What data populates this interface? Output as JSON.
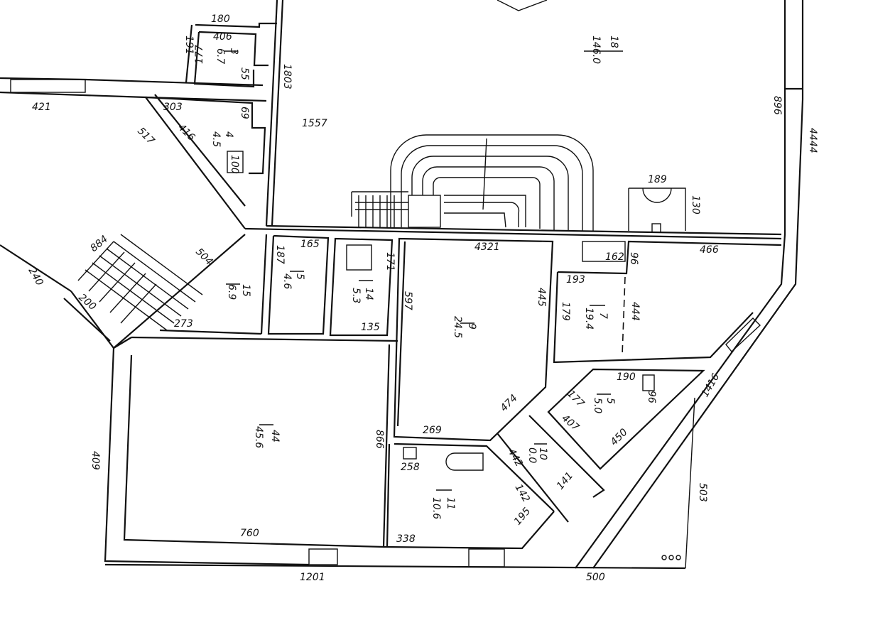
{
  "title": "Floor plan",
  "labels": {
    "l180": "180",
    "l406": "406",
    "l191": "191",
    "l177a": "177",
    "r3": "3",
    "r3a": "6.7",
    "l55": "55",
    "l1803": "1803",
    "l1557": "1557",
    "l421": "421",
    "l303": "303",
    "l69": "69",
    "l517": "517",
    "l416": "416",
    "r4": "4",
    "r4a": "4.5",
    "l100": "100",
    "r8": "18",
    "r8a": "146.0",
    "l896": "896",
    "l4444": "4444",
    "l189": "189",
    "l130": "130",
    "l4321": "4321",
    "l466": "466",
    "l165": "165",
    "l187": "187",
    "r5": "5",
    "r5a": "4.6",
    "l171": "171",
    "r14": "14",
    "r14a": "5.3",
    "l135": "135",
    "r15": "15",
    "r15a": "6.9",
    "l273": "273",
    "l504": "504",
    "l884": "884",
    "l200": "200",
    "l240": "240",
    "l597": "597",
    "l445": "445",
    "r9": "9",
    "r9a": "24.5",
    "l193": "193",
    "l179": "179",
    "r7": "7",
    "r7a": "19.4",
    "l444": "444",
    "l96a": "96",
    "l162": "162",
    "l190": "190",
    "l177b": "177",
    "r5b": "5",
    "r5ba": "5.0",
    "l96b": "96",
    "l407": "407",
    "l450": "450",
    "l1416": "1416",
    "l474": "474",
    "l269": "269",
    "r44": "44",
    "r44a": "45.6",
    "l866": "866",
    "l409": "409",
    "l258": "258",
    "l442": "442",
    "r10": "10",
    "r10a": "0.0",
    "r11": "11",
    "r11a": "10.6",
    "l142": "142",
    "l141": "141",
    "l760": "760",
    "l338": "338",
    "l195": "195",
    "l503": "503",
    "l1201": "1201",
    "l500": "500"
  }
}
